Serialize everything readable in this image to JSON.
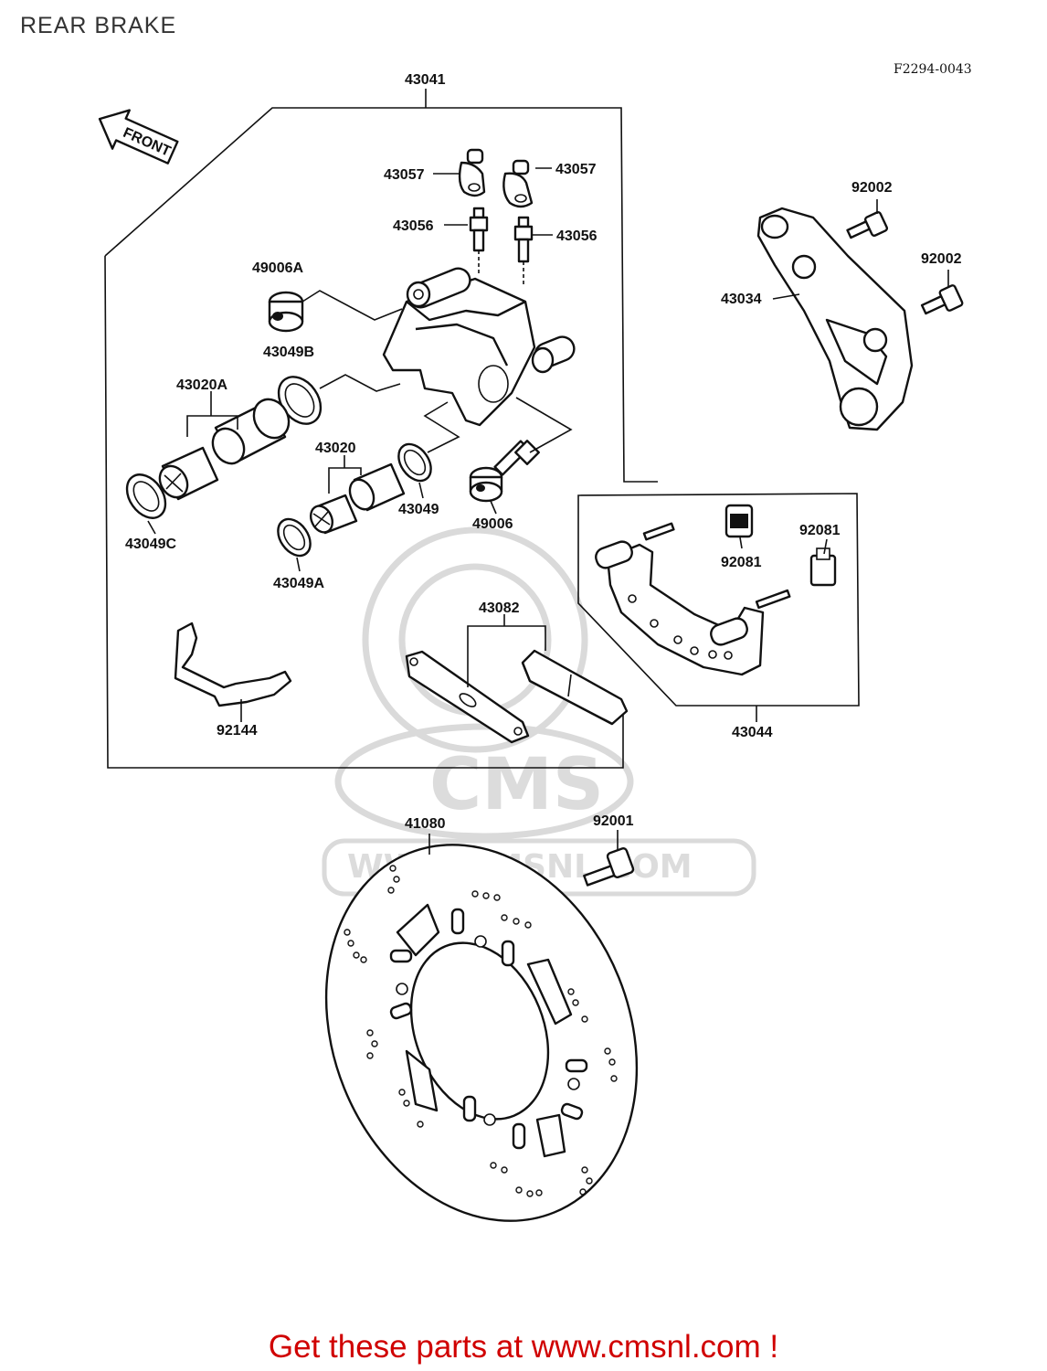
{
  "title": "REAR BRAKE",
  "diagram_code": "F2294-0043",
  "front_arrow_label": "FRONT",
  "watermark": {
    "logo_text": "CMS",
    "url_text": "WWW.CMSNL.COM"
  },
  "footer": {
    "text": "Get these parts at www.cmsnl.com !",
    "color": "#d00000"
  },
  "part_labels": {
    "p43041": "43041",
    "p43057a": "43057",
    "p43057b": "43057",
    "p43056a": "43056",
    "p43056b": "43056",
    "p49006A": "49006A",
    "p43049B": "43049B",
    "p43020A": "43020A",
    "p43020": "43020",
    "p43049": "43049",
    "p49006": "49006",
    "p43049C": "43049C",
    "p43049A": "43049A",
    "p43082": "43082",
    "p92144": "92144",
    "p92002a": "92002",
    "p92002b": "92002",
    "p43034": "43034",
    "p92081a": "92081",
    "p92081b": "92081",
    "p43044": "43044",
    "p41080": "41080",
    "p92001": "92001"
  }
}
